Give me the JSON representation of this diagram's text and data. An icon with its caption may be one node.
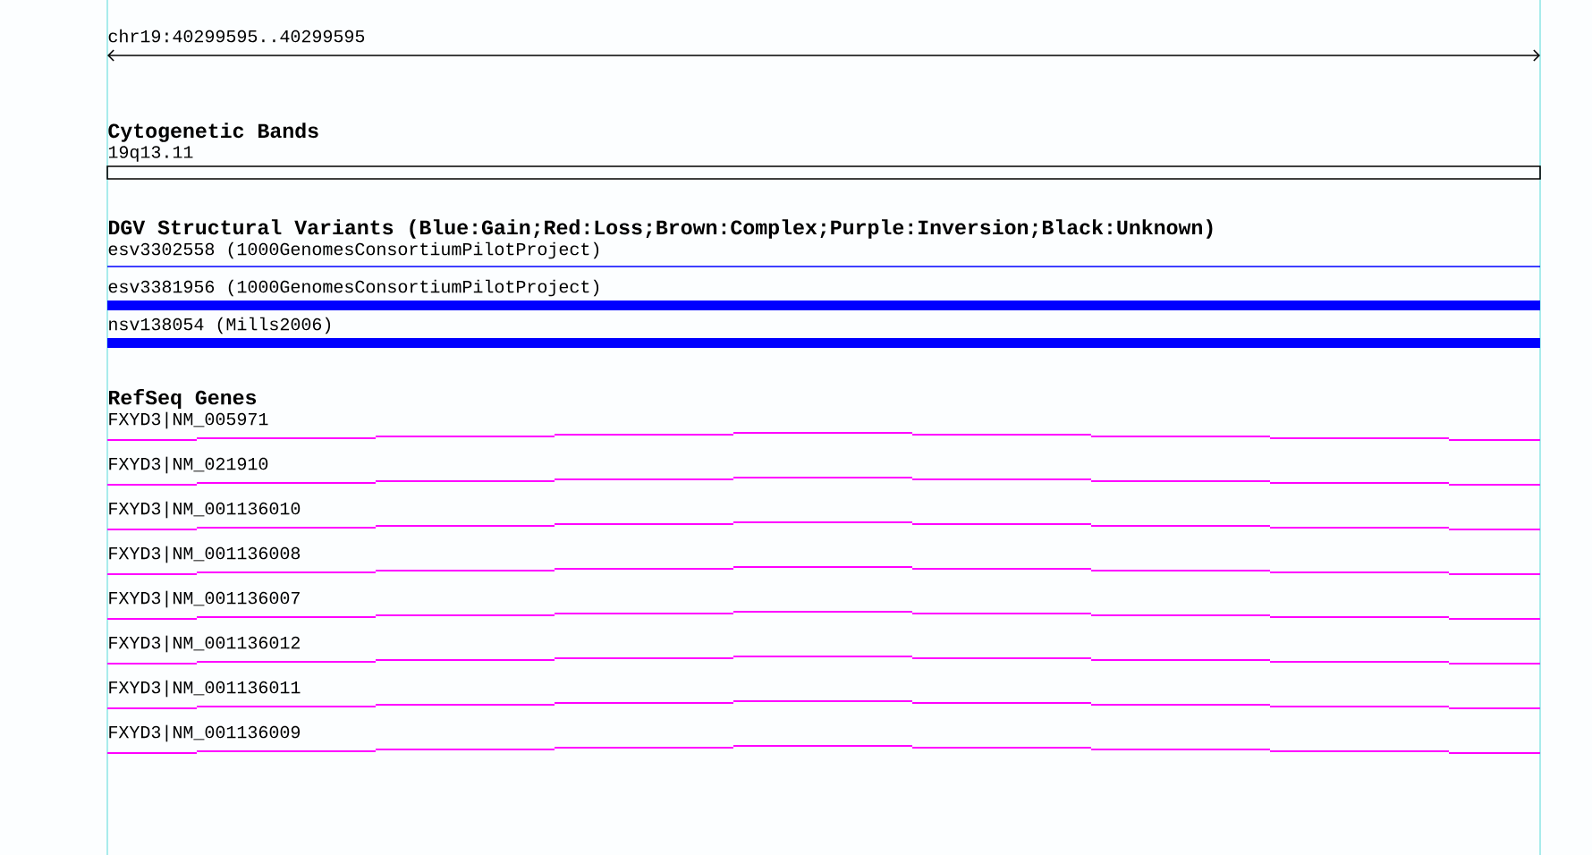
{
  "diagram": {
    "labels": [
      "chr19:40299595..40299595",
      "Cytogenetic Bands",
      "19q13.11",
      "DGV Structural Variants (Blue:Gain;Red:Loss;Brown:Complex;Purple:Inversion;Black:Unknown)",
      "esv3302558 (1000GenomesConsortiumPilotProject)",
      "esv3381956 (1000GenomesConsortiumPilotProject)",
      "nsv138054 (Mills2006)",
      "RefSeq Genes",
      "FXYD3|NM_005971",
      "FXYD3|NM_021910",
      "FXYD3|NM_001136010",
      "FXYD3|NM_001136008",
      "FXYD3|NM_001136007",
      "FXYD3|NM_001136012",
      "FXYD3|NM_001136011",
      "FXYD3|NM_001136009"
    ]
  }
}
